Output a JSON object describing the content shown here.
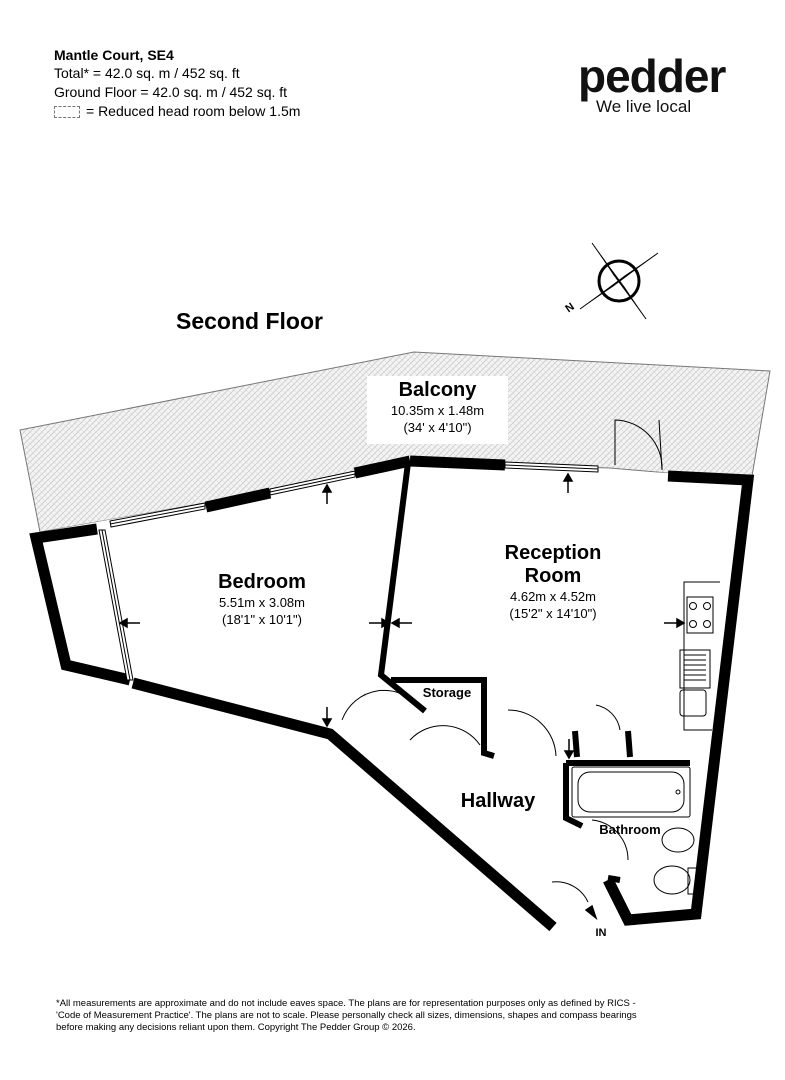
{
  "header": {
    "title": "Mantle Court, SE4",
    "total": "Total* = 42.0 sq. m / 452 sq. ft",
    "ground": "Ground Floor = 42.0 sq. m / 452 sq. ft",
    "legend": "= Reduced head room below 1.5m"
  },
  "logo": {
    "brand": "pedder",
    "tagline": "We live local"
  },
  "compass": {
    "north_label": "N"
  },
  "floor_title": "Second Floor",
  "rooms": {
    "balcony": {
      "name": "Balcony",
      "dim_m": "10.35m x 1.48m",
      "dim_ft": "(34' x 4'10\")"
    },
    "reception": {
      "name_1": "Reception",
      "name_2": "Room",
      "dim_m": "4.62m x 4.52m",
      "dim_ft": "(15'2\" x 14'10\")"
    },
    "bedroom": {
      "name": "Bedroom",
      "dim_m": "5.51m x 3.08m",
      "dim_ft": "(18'1\" x 10'1\")"
    },
    "storage": "Storage",
    "hallway": "Hallway",
    "bathroom": "Bathroom",
    "entrance": "IN"
  },
  "footer": "*All measurements are approximate and do not include eaves space. The plans are for representation purposes only as defined by RICS - 'Code of Measurement Practice'. The plans are not to scale. Please personally check all sizes, dimensions, shapes and compass bearings before making any decisions reliant upon them. Copyright The Pedder Group © 2026."
}
